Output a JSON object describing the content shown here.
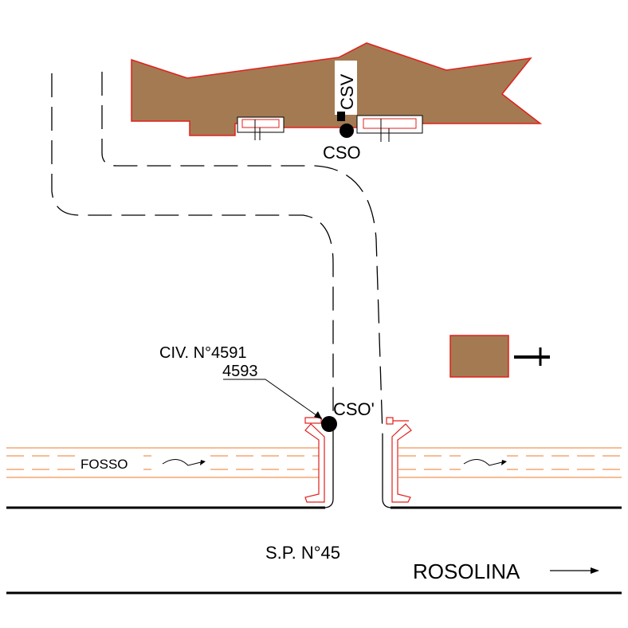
{
  "labels": {
    "csv": "CSV",
    "cso": "CSO",
    "cso_prime": "CSO'",
    "civ_line1": "CIV. N°4591",
    "civ_line2": "4593",
    "fosso": "FOSSO",
    "road": "S.P. N°45",
    "direction": "ROSOLINA"
  },
  "colors": {
    "building_fill": "#a47a52",
    "outline": "#e0201c",
    "ditch": "#f07a2a",
    "ink": "#000000",
    "background": "#ffffff"
  },
  "icons": {
    "direction_arrow": "arrow-right-icon",
    "flow_arrow": "flow-arrow-icon",
    "junction": "manhole-dot-icon"
  }
}
